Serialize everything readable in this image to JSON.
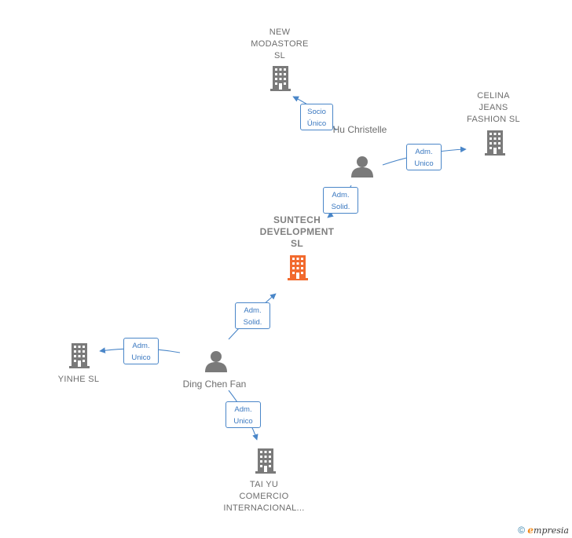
{
  "nodes": {
    "new_modastore": {
      "label": "NEW\nMODASTORE\nSL"
    },
    "celina_jeans": {
      "label": "CELINA\nJEANS\nFASHION  SL"
    },
    "suntech": {
      "label": "SUNTECH\nDEVELOPMENT\nSL"
    },
    "yinhe": {
      "label": "YINHE  SL"
    },
    "tai_yu": {
      "label": "TAI YU\nCOMERCIO\nINTERNACIONAL..."
    },
    "hu_christelle": {
      "label": "Hu\nChristelle"
    },
    "ding_chen_fan": {
      "label": "Ding Chen Fan"
    }
  },
  "edges": {
    "hu_to_modastore": {
      "label": "Socio\nÚnico"
    },
    "hu_to_celina": {
      "label": "Adm.\nUnico"
    },
    "hu_to_suntech": {
      "label": "Adm.\nSolid."
    },
    "ding_to_suntech": {
      "label": "Adm.\nSolid."
    },
    "ding_to_yinhe": {
      "label": "Adm.\nUnico"
    },
    "ding_to_taiyu": {
      "label": "Adm.\nUnico"
    }
  },
  "colors": {
    "company": "#7a7a7a",
    "main_company": "#f26a2e",
    "person": "#7a7a7a",
    "edge": "#4a86c8"
  },
  "footer": {
    "copyright": "©",
    "brand_initial": "e",
    "brand_rest": "mpresia"
  }
}
